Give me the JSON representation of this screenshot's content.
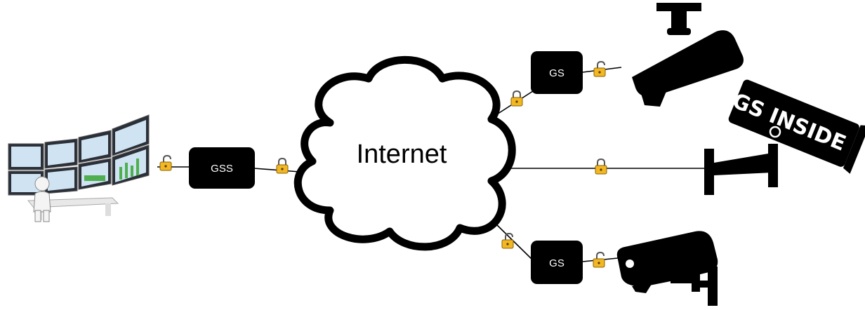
{
  "diagram": {
    "nodes": {
      "monitoring_station": {
        "icon": "control-room-monitors-icon"
      },
      "gss": {
        "label": "GSS"
      },
      "internet": {
        "label": "Internet"
      },
      "gs_top": {
        "label": "GS"
      },
      "gs_bottom": {
        "label": "GS"
      },
      "camera_top": {
        "icon": "security-camera-icon"
      },
      "camera_middle": {
        "icon": "security-camera-icon",
        "label": "GS INSIDE"
      },
      "camera_bottom": {
        "icon": "security-camera-icon"
      }
    },
    "edges": [
      {
        "from": "monitoring_station",
        "to": "gss",
        "lock": "open"
      },
      {
        "from": "gss",
        "to": "internet",
        "lock": "closed"
      },
      {
        "from": "internet",
        "to": "gs_top",
        "lock": "closed"
      },
      {
        "from": "gs_top",
        "to": "camera_top",
        "lock": "open"
      },
      {
        "from": "internet",
        "to": "camera_middle",
        "lock": "closed"
      },
      {
        "from": "internet",
        "to": "gs_bottom",
        "lock": "open"
      },
      {
        "from": "gs_bottom",
        "to": "camera_bottom",
        "lock": "open"
      }
    ],
    "colors": {
      "lock_body": "#f2b724",
      "lock_outline": "#8a6200",
      "node_fill": "#000000",
      "node_text": "#ffffff"
    }
  }
}
